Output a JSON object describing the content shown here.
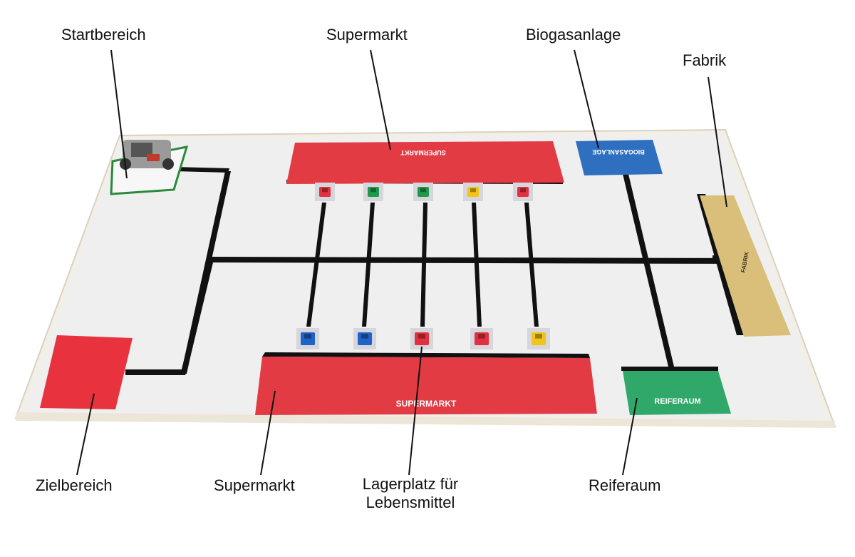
{
  "callouts": {
    "startbereich": "Startbereich",
    "supermarkt_top": "Supermarkt",
    "biogasanlage": "Biogasanlage",
    "fabrik": "Fabrik",
    "zielbereich": "Zielbereich",
    "supermarkt_bottom": "Supermarkt",
    "lagerplatz_line1": "Lagerplatz für",
    "lagerplatz_line2": "Lebensmittel",
    "reiferaum": "Reiferaum"
  },
  "board_labels": {
    "supermarkt_top": "SUPERMARKT",
    "supermarkt_bottom": "SUPERMARKT",
    "biogasanlage": "BIOGASANLAGE",
    "fabrik": "FABRIK",
    "reiferaum": "REIFERAUM"
  },
  "colors": {
    "supermarket_red": "#e23b44",
    "target_red": "#e8323d",
    "biogas_blue": "#2f6fbf",
    "factory_gold": "#d9bf7a",
    "ripening_green": "#2fa86a",
    "track_black": "#111111",
    "board_white": "#f1f1f1",
    "frame_cream": "#f3efe6"
  },
  "storage_top": [
    "red",
    "green",
    "green",
    "yellow",
    "red"
  ],
  "storage_bottom": [
    "blue",
    "blue",
    "red",
    "red",
    "yellow"
  ]
}
